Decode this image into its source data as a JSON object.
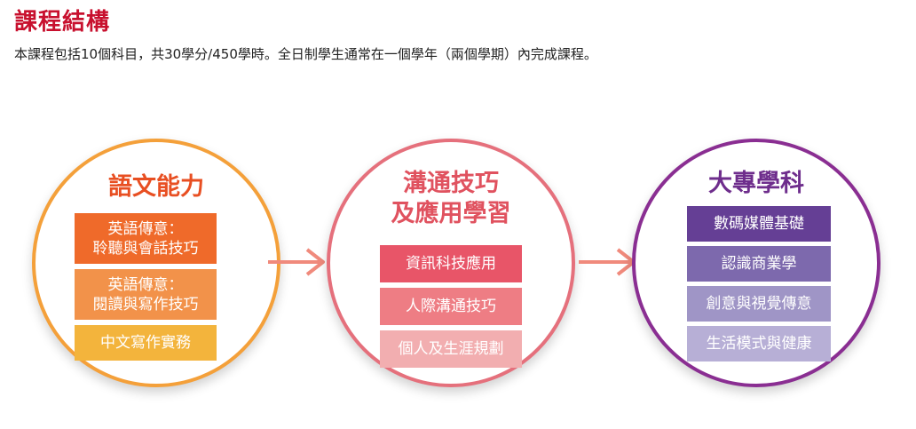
{
  "header": {
    "title": "課程結構",
    "intro": "本課程包括10個科目，共30學分/450學時。全日制學生通常在一個學年（兩個學期）內完成課程。"
  },
  "circles": [
    {
      "title": "語文能力",
      "items": [
        "英語傳意：\n聆聽與會話技巧",
        "英語傳意：\n閱讀與寫作技巧",
        "中文寫作實務"
      ],
      "ring_color": "#f4a03a",
      "item_colors": [
        "#ef6a2a",
        "#f2924a",
        "#f3b43c"
      ]
    },
    {
      "title": "溝通技巧\n及應用學習",
      "items": [
        "資訊科技應用",
        "人際溝通技巧",
        "個人及生涯規劃"
      ],
      "ring_color": "#e5707c",
      "item_colors": [
        "#e85568",
        "#ee7d84",
        "#f2aeb0"
      ]
    },
    {
      "title": "大專學科",
      "items": [
        "數碼媒體基礎",
        "認識商業學",
        "創意與視覺傳意",
        "生活模式與健康"
      ],
      "ring_color": "#8a2e92",
      "item_colors": [
        "#653f95",
        "#7d69ad",
        "#9f95c6",
        "#b7afd6"
      ]
    }
  ],
  "arrow_color": "#f08a7c",
  "icons": [
    "arrow-right-icon"
  ]
}
